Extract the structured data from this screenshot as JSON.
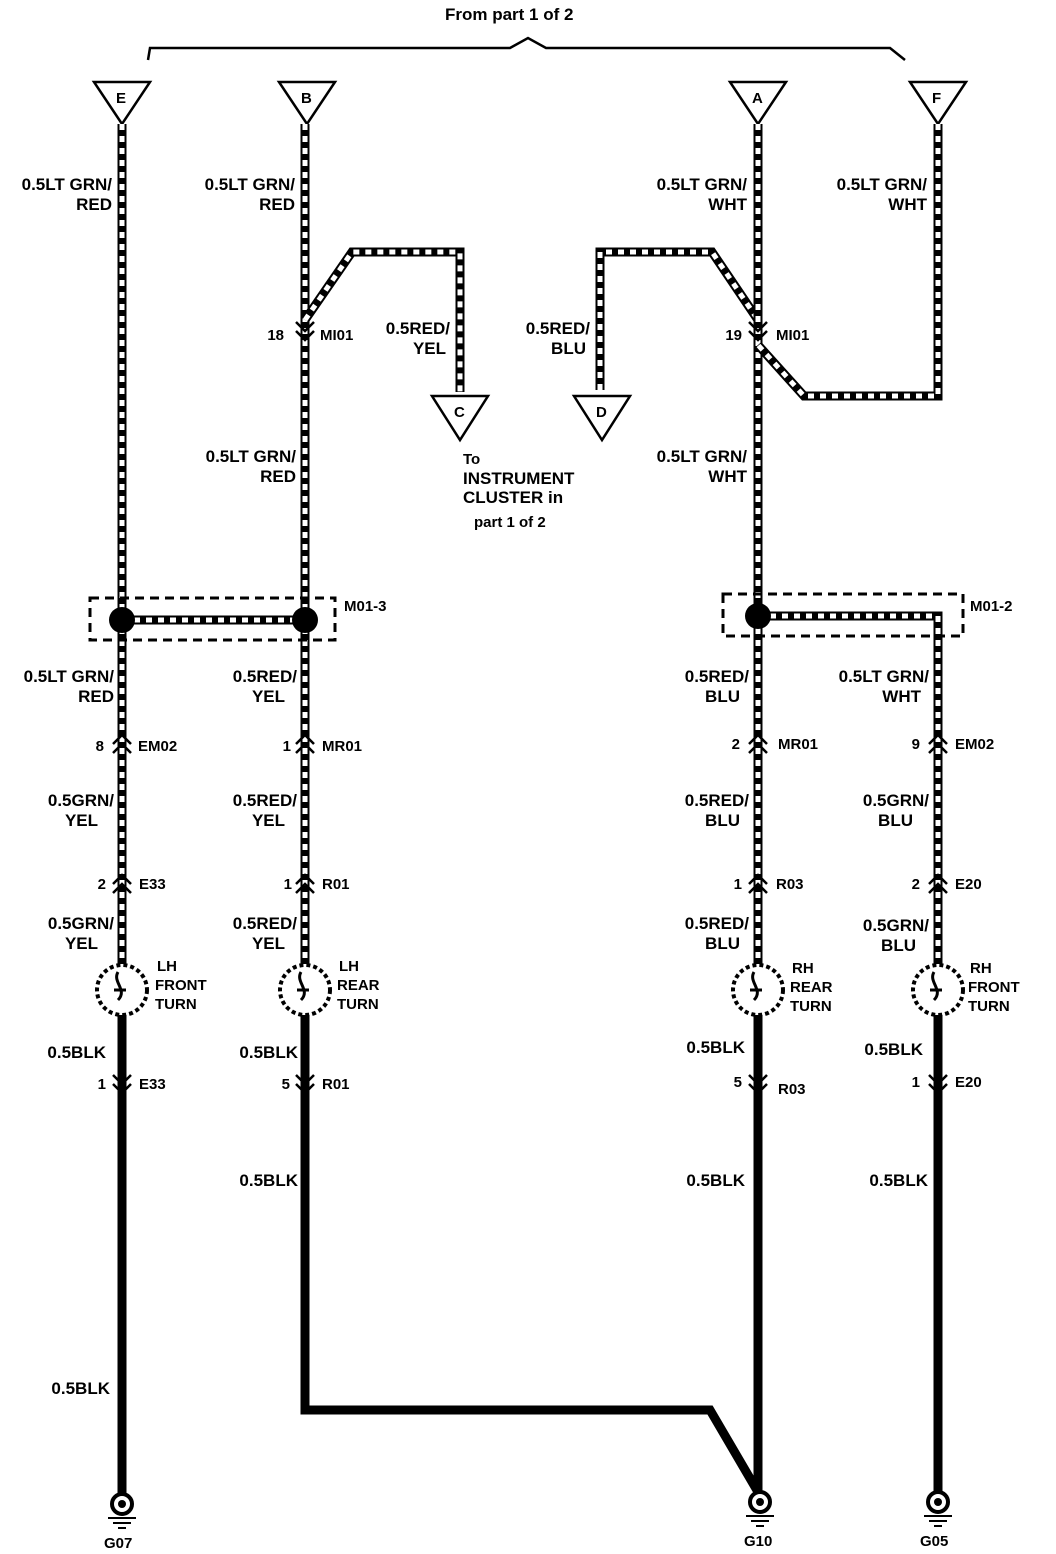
{
  "header": {
    "from_label": "From  part 1 of 2"
  },
  "connectors_top": {
    "E": "E",
    "B": "B",
    "A": "A",
    "F": "F"
  },
  "connectors_mid": {
    "C": "C",
    "D": "D"
  },
  "instrument_note": {
    "line1": "To",
    "line2": "INSTRUMENT",
    "line3": "CLUSTER  in",
    "line4": "part 1 of 2"
  },
  "wires": {
    "e_top": [
      "0.5LT GRN/",
      "RED"
    ],
    "b_top": [
      "0.5LT GRN/",
      "RED"
    ],
    "a_top": [
      "0.5LT GRN/",
      "WHT"
    ],
    "f_top": [
      "0.5LT GRN/",
      "WHT"
    ],
    "c_wire": [
      "0.5RED/",
      "YEL"
    ],
    "d_wire": [
      "0.5RED/",
      "BLU"
    ],
    "b_mid": [
      "0.5LT GRN/",
      "RED"
    ],
    "a_mid": [
      "0.5LT GRN/",
      "WHT"
    ],
    "e_s1": [
      "0.5LT GRN/",
      "RED"
    ],
    "b_s1": [
      "0.5RED/",
      "YEL"
    ],
    "a_s1": [
      "0.5RED/",
      "BLU"
    ],
    "f_s1": [
      "0.5LT GRN/",
      "WHT"
    ],
    "e_s2": [
      "0.5GRN/",
      "YEL"
    ],
    "b_s2": [
      "0.5RED/",
      "YEL"
    ],
    "a_s2": [
      "0.5RED/",
      "BLU"
    ],
    "f_s2": [
      "0.5GRN/",
      "BLU"
    ],
    "e_s3": [
      "0.5GRN/",
      "YEL"
    ],
    "b_s3": [
      "0.5RED/",
      "YEL"
    ],
    "a_s3": [
      "0.5RED/",
      "BLU"
    ],
    "f_s3": [
      "0.5GRN/",
      "BLU"
    ],
    "blk": "0.5BLK"
  },
  "junctions": {
    "mi01_b": {
      "pin": "18",
      "name": "MI01"
    },
    "mi01_a": {
      "pin": "19",
      "name": "MI01"
    },
    "m01_3": "M01-3",
    "m01_2": "M01-2",
    "em02_e": {
      "pin": "8",
      "name": "EM02"
    },
    "mr01_b": {
      "pin": "1",
      "name": "MR01"
    },
    "mr01_a": {
      "pin": "2",
      "name": "MR01"
    },
    "em02_f": {
      "pin": "9",
      "name": "EM02"
    },
    "e33_top": {
      "pin": "2",
      "name": "E33"
    },
    "r01_top": {
      "pin": "1",
      "name": "R01"
    },
    "r03_top": {
      "pin": "1",
      "name": "R03"
    },
    "e20_top": {
      "pin": "2",
      "name": "E20"
    },
    "e33_bot": {
      "pin": "1",
      "name": "E33"
    },
    "r01_bot": {
      "pin": "5",
      "name": "R01"
    },
    "r03_bot": {
      "pin": "5",
      "name": "R03"
    },
    "e20_bot": {
      "pin": "1",
      "name": "E20"
    }
  },
  "lamps": {
    "lh_front": [
      "LH",
      "FRONT",
      "TURN"
    ],
    "lh_rear": [
      "LH",
      "REAR",
      "TURN"
    ],
    "rh_rear": [
      "RH",
      "REAR",
      "TURN"
    ],
    "rh_front": [
      "RH",
      "FRONT",
      "TURN"
    ]
  },
  "grounds": {
    "g07": "G07",
    "g10": "G10",
    "g05": "G05"
  }
}
